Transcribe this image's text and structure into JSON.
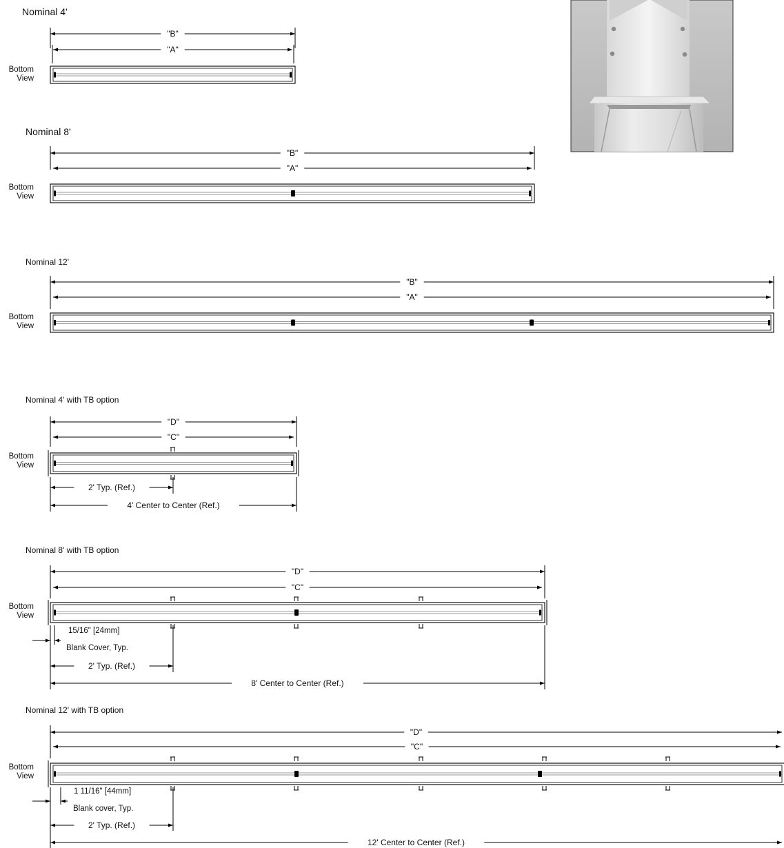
{
  "photo": {
    "alt": "fixture-end-photo"
  },
  "bottom_view": [
    "Bottom",
    "View"
  ],
  "sections": [
    {
      "id": "n4",
      "title": "Nominal 4'",
      "outer_dim": "\"B\"",
      "inner_dim": "\"A\""
    },
    {
      "id": "n8",
      "title": "Nominal 8'",
      "outer_dim": "\"B\"",
      "inner_dim": "\"A\""
    },
    {
      "id": "n12",
      "title": "Nominal 12'",
      "outer_dim": "\"B\"",
      "inner_dim": "\"A\""
    },
    {
      "id": "tb4",
      "title": "Nominal 4' with TB option",
      "outer_dim": "\"D\"",
      "inner_dim": "\"C\"",
      "typ_dim": "2' Typ. (Ref.)",
      "ctc_dim": "4' Center to Center (Ref.)"
    },
    {
      "id": "tb8",
      "title": "Nominal 8' with TB option",
      "outer_dim": "\"D\"",
      "inner_dim": "\"C\"",
      "blank_size": "15/16\" [24mm]",
      "blank_label": "Blank Cover, Typ.",
      "typ_dim": "2' Typ. (Ref.)",
      "ctc_dim": "8' Center to Center (Ref.)"
    },
    {
      "id": "tb12",
      "title": "Nominal 12' with TB option",
      "outer_dim": "\"D\"",
      "inner_dim": "\"C\"",
      "blank_size": "1 11/16\" [44mm]",
      "blank_label": "Blank cover, Typ.",
      "typ_dim": "2' Typ. (Ref.)",
      "ctc_dim": "12' Center to Center (Ref.)"
    }
  ]
}
